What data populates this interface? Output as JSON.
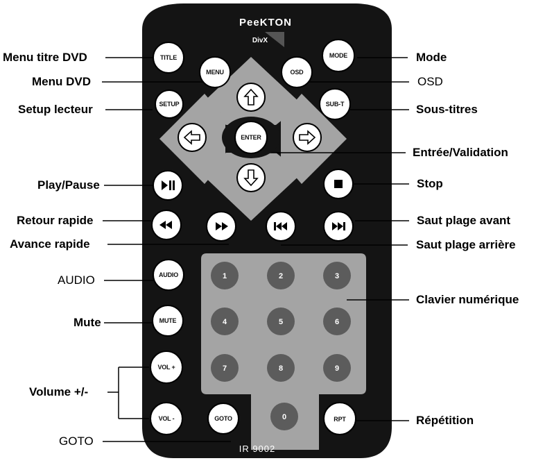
{
  "remote": {
    "brand": "PeeKTON",
    "logo": "DivX",
    "model": "IR 9002",
    "buttons": {
      "title": "TITLE",
      "menu": "MENU",
      "osd": "OSD",
      "mode": "MODE",
      "setup": "SETUP",
      "subt": "SUB-T",
      "enter": "ENTER",
      "audio": "AUDIO",
      "mute": "MUTE",
      "vol_plus": "VOL +",
      "vol_minus": "VOL -",
      "goto": "GOTO",
      "rpt": "RPT"
    },
    "numpad": [
      "1",
      "2",
      "3",
      "4",
      "5",
      "6",
      "7",
      "8",
      "9",
      "0"
    ]
  },
  "labels": {
    "menu_titre": "Menu titre DVD",
    "menu_dvd": "Menu DVD",
    "setup": "Setup lecteur",
    "play_pause": "Play/Pause",
    "retour": "Retour rapide",
    "avance": "Avance rapide",
    "audio": "AUDIO",
    "mute": "Mute",
    "volume": "Volume +/-",
    "goto": "GOTO",
    "mode": "Mode",
    "osd": "OSD",
    "sous_titres": "Sous-titres",
    "entree": "Entrée/Validation",
    "stop": "Stop",
    "saut_avant": "Saut plage avant",
    "saut_arriere": "Saut plage arrière",
    "clavier": "Clavier numérique",
    "repetition": "Répétition"
  },
  "colors": {
    "body": "#141414",
    "pad": "#a4a4a4",
    "numkey": "#5c5c5c",
    "button": "#ffffff"
  }
}
